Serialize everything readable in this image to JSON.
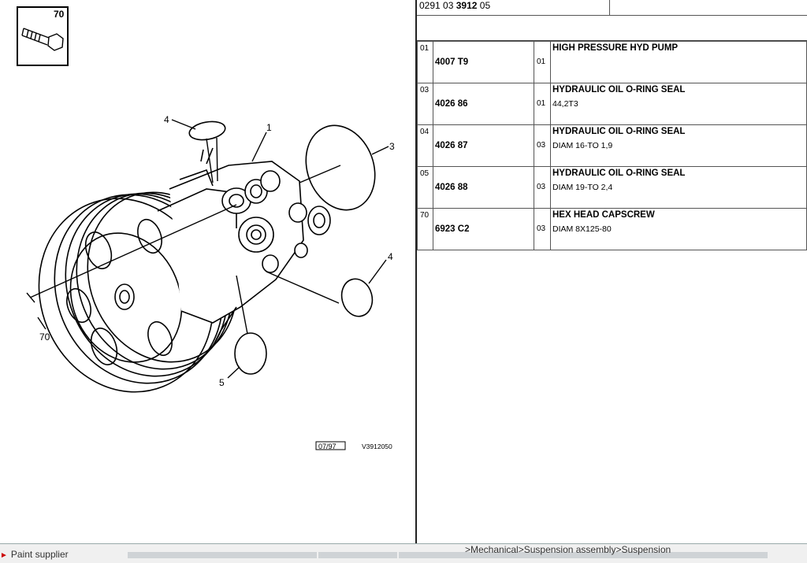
{
  "diagram": {
    "callout_item_number": "70",
    "labels": {
      "l1": "1",
      "l3": "3",
      "l4a": "4",
      "l4b": "4",
      "l5": "5",
      "l70": "70"
    },
    "date_code": "07/97",
    "drawing_ref": "V3912050"
  },
  "header": {
    "part_prefix": "0291 03",
    "part_bold": "3912",
    "part_suffix": "05"
  },
  "parts": [
    {
      "ref": "01",
      "part_no": "4007 T9",
      "qty": "01",
      "description": "HIGH PRESSURE HYD PUMP",
      "detail": ""
    },
    {
      "ref": "03",
      "part_no": "4026 86",
      "qty": "01",
      "description": "HYDRAULIC OIL O-RING SEAL",
      "detail": "44,2T3"
    },
    {
      "ref": "04",
      "part_no": "4026 87",
      "qty": "03",
      "description": "HYDRAULIC OIL O-RING SEAL",
      "detail": "DIAM 16-TO 1,9"
    },
    {
      "ref": "05",
      "part_no": "4026 88",
      "qty": "03",
      "description": "HYDRAULIC OIL O-RING SEAL",
      "detail": "DIAM 19-TO 2,4"
    },
    {
      "ref": "70",
      "part_no": "6923 C2",
      "qty": "03",
      "description": "HEX HEAD CAPSCREW",
      "detail": "DIAM 8X125-80"
    }
  ],
  "bottom": {
    "left_link": "Paint supplier",
    "breadcrumb": ">Mechanical>Suspension assembly>Suspension"
  }
}
